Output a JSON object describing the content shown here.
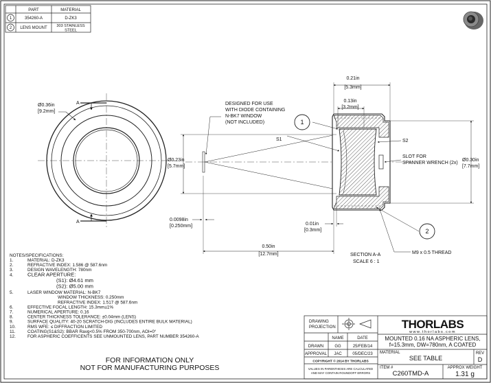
{
  "bom": {
    "headers": [
      "PART",
      "MATERIAL"
    ],
    "rows": [
      {
        "item": "1",
        "part": "354260-A",
        "material": "D-ZK3"
      },
      {
        "item": "2",
        "part": "LENS MOUNT",
        "material_line1": "303 STAINLESS",
        "material_line2": "STEEL"
      }
    ]
  },
  "front_view": {
    "diameter_in": "Ø0.36in",
    "diameter_mm": "[9.2mm]",
    "section_mark_top": "A",
    "section_mark_bottom": "A"
  },
  "section_view": {
    "callout_diode": [
      "DESIGNED FOR USE",
      "WITH DIODE CONTAINING",
      "N-BK7 WINDOW",
      "(NOT INCLUDED)"
    ],
    "balloon_1": "1",
    "balloon_2": "2",
    "s1": "S1",
    "s2": "S2",
    "width_in": "0.21in",
    "width_mm": "[5.3mm]",
    "inner_in": "0.13in",
    "inner_mm": "[3.2mm]",
    "dia_left_in": "Ø0.23in",
    "dia_left_mm": "[5.7mm]",
    "dia_right_in": "Ø0.30in",
    "dia_right_mm": "[7.7mm]",
    "slot": [
      "SLOT FOR",
      "SPANNER WRENCH (2x)"
    ],
    "window_in": "0.0098in",
    "window_mm": "[0.250mm]",
    "offset_in": "0.01in",
    "offset_mm": "[0.3mm]",
    "length_in": "0.50in",
    "length_mm": "[12.7mm]",
    "section_label": "SECTION A-A",
    "scale_label": "SCALE 6 : 1",
    "thread": "M9 x 0.5 THREAD"
  },
  "notes": {
    "heading": "NOTES/SPECIFICATIONS:",
    "items": [
      {
        "num": "1.",
        "text": "MATERIAL: D-ZK3"
      },
      {
        "num": "2.",
        "text": "REFRACTIVE INDEX: 1.586 @ 587.6nm"
      },
      {
        "num": "3.",
        "text": "DESIGN WAVELENGTH: 780nm"
      },
      {
        "num": "4.",
        "text": "CLEAR APERTURE:"
      },
      {
        "num": "",
        "text": "(S1): Ø4.61 mm"
      },
      {
        "num": "",
        "text": "(S2): Ø5.00 mm"
      },
      {
        "num": "5.",
        "text": "LASER WINDOW MATERIAL: N-BK7"
      },
      {
        "num": "",
        "text": "WINDOW THICKNESS: 0.250mm"
      },
      {
        "num": "",
        "text": "REFRACTIVE INDEX: 1.517 @ 587.6nm"
      },
      {
        "num": "6.",
        "text": "EFFECTIVE FOCAL LENGTH: 15.3mm±1%"
      },
      {
        "num": "7.",
        "text": "NUMERICAL APERTURE: 0.16"
      },
      {
        "num": "8.",
        "text": "CENTER THICKNESS TOLERANCE: ±0.04mm (LENS)"
      },
      {
        "num": "9.",
        "text": "SURFACE QUALITY: 40-20 SCRATCH-DIG (INCLUDES ENTIRE BULK MATERIAL)"
      },
      {
        "num": "10.",
        "text": "RMS WFE: ≤ DIFFRACTION LIMITED"
      },
      {
        "num": "11.",
        "text": "COATING(S1&S2): BBAR Ravg<0.5% FROM 350-700nm, AOI=0°"
      },
      {
        "num": "12.",
        "text": "FOR ASPHERIC COEFFICENTS SEE UNMOUNTED LENS, PART NUMBER 354260-A"
      }
    ]
  },
  "disclaimer": [
    "FOR INFORMATION ONLY",
    "NOT FOR MANUFACTURING PURPOSES"
  ],
  "title_block": {
    "projection": [
      "DRAWING",
      "PROJECTION"
    ],
    "col_name": "NAME",
    "col_date": "DATE",
    "drawn_label": "DRAWN",
    "drawn_name": "GG",
    "drawn_date": "25/FEB/14",
    "approval_label": "APPROVAL",
    "approval_name": "JAC",
    "approval_date": "05/DEC/23",
    "copyright": "COPYRIGHT © 2014 BY THORLABS",
    "values_note": [
      "VALUES IN PARENTHESIS ARE CALCULATED",
      "AND MAY CONTAIN ROUNDOFF ERRORS"
    ],
    "logo": "THORLABS",
    "website": "www.thorlabs.com",
    "description": [
      "MOUNTED 0.16 NA ASPHERIC LENS,",
      "f=15.3mm, DW=780nm, A COATED"
    ],
    "material_label": "MATERIAL",
    "material_value": "SEE TABLE",
    "rev_label": "REV",
    "rev_value": "D",
    "item_label": "ITEM #",
    "item_value": "C260TMD-A",
    "weight_label": "APPROX WEIGHT",
    "weight_value": "1.31 g"
  }
}
